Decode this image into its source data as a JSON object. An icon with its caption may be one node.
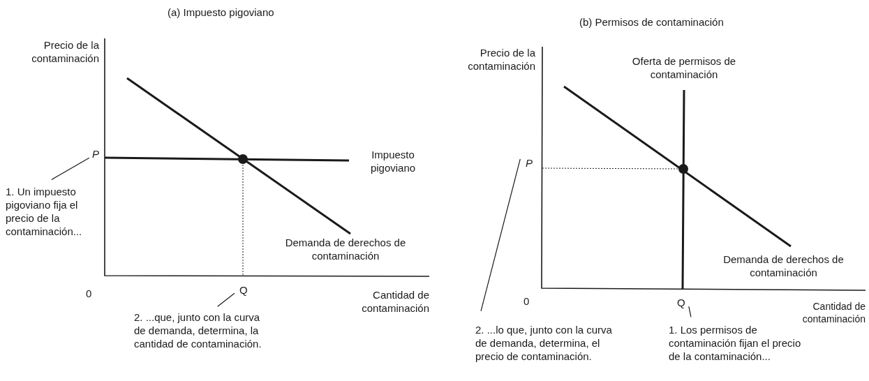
{
  "diagram": {
    "nodes": [
      {
        "text": [
          "P"
        ]
      },
      {
        "text": [
          "Q"
        ]
      },
      {
        "text": [
          "1. Un impuesto pigoviano fija el precio de la contaminación..."
        ]
      },
      {
        "text": [
          "2. ...que, junto con la curva de demanda, determina, la cantidad de contaminación."
        ]
      },
      {
        "text": [
          "P"
        ]
      },
      {
        "text": [
          "Q"
        ]
      },
      {
        "text": [
          "2. ...lo que, junto con la curva de demanda, determina, el precio de contaminación."
        ]
      },
      {
        "text": [
          "1. Los permisos de contaminación fijan el precio de la contaminación..."
        ]
      }
    ],
    "edges": [
      {
        "from": 2,
        "to": 0,
        "arrow": "none"
      },
      {
        "from": 3,
        "to": 1,
        "arrow": "none"
      },
      {
        "from": 6,
        "to": 4,
        "arrow": "none"
      },
      {
        "from": 7,
        "to": 5,
        "arrow": "none"
      }
    ],
    "labels": [
      "(a) Impuesto pigoviano",
      "(b) Permisos de contaminación",
      "Precio de la contaminación",
      "Precio de la contaminación",
      "Oferta de permisos de contaminación",
      "Impuesto pigoviano",
      "Demanda de derechos de contaminación",
      "Demanda de derechos de contaminación",
      "0",
      "0",
      "Cantidad de contaminación",
      "Cantidad de contaminación"
    ]
  }
}
